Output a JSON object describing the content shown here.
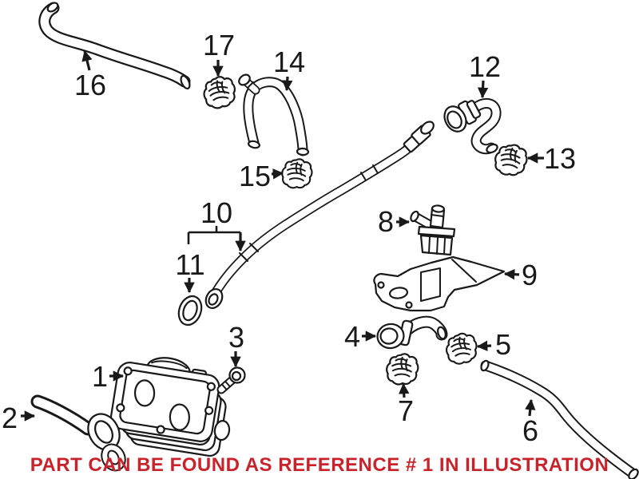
{
  "diagram": {
    "caption": {
      "text": "PART CAN BE FOUND AS REFERENCE # 1 IN ILLUSTRATION",
      "color": "#c8232b"
    },
    "style": {
      "line_color": "#191919",
      "background": "#ffffff"
    },
    "part_refs": [
      "1",
      "2",
      "3",
      "4",
      "5",
      "6",
      "7",
      "8",
      "9",
      "10",
      "11",
      "12",
      "13",
      "14",
      "15",
      "16",
      "17"
    ]
  }
}
